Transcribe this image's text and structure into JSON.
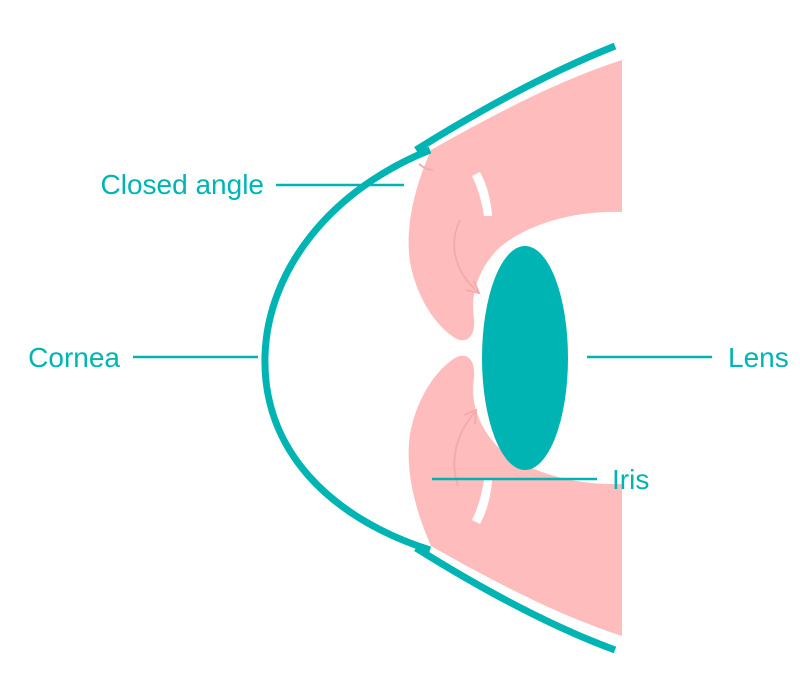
{
  "colors": {
    "teal": "#00b4b4",
    "iris_pink": "#ffbcbc",
    "arrow_pink": "#f4aaaa",
    "background": "#ffffff"
  },
  "labels": {
    "closed_angle": "Closed angle",
    "cornea": "Cornea",
    "lens": "Lens",
    "iris": "Iris"
  }
}
